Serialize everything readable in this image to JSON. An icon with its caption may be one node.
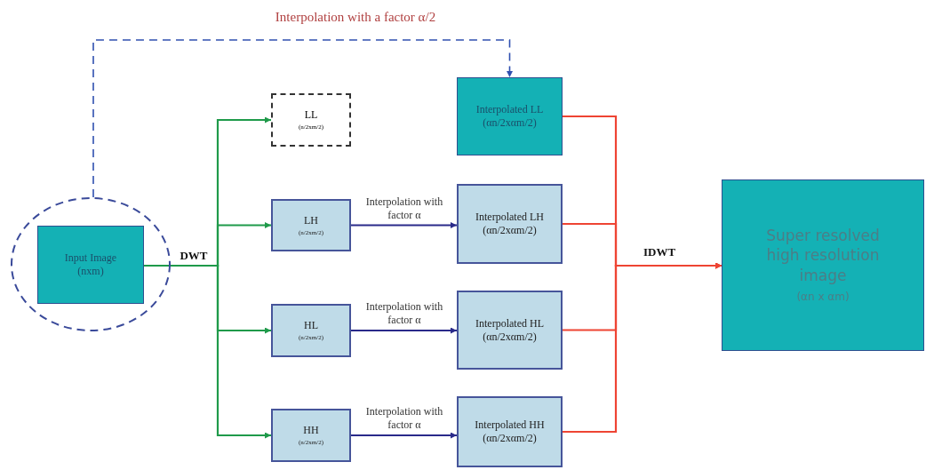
{
  "diagram": {
    "nodes": [
      {
        "text": [],
        "shape": "circle"
      },
      {
        "text": [
          "Input Image",
          "(nxm)"
        ],
        "in": 0
      },
      {
        "text": [
          "LL",
          "(n/2xm/2)"
        ]
      },
      {
        "text": [
          "LH",
          "(n/2xm/2)"
        ]
      },
      {
        "text": [
          "HL",
          "(n/2xm/2)"
        ]
      },
      {
        "text": [
          "HH",
          "(n/2xm/2)"
        ]
      },
      {
        "text": [
          "Interpolated LL",
          "(αn/2xαm/2)"
        ]
      },
      {
        "text": [
          "Interpolated LH",
          "(αn/2xαm/2)"
        ]
      },
      {
        "text": [
          "Interpolated HL",
          "(αn/2xαm/2)"
        ]
      },
      {
        "text": [
          "Interpolated HH",
          "(αn/2xαm/2)"
        ]
      },
      {
        "text": [
          "Super resolved high resolution image",
          "(αn x αm)"
        ]
      }
    ],
    "edges": [
      {
        "from": 0,
        "to": 6,
        "arrow": "to",
        "label": "Interpolation with a factor α/2",
        "style": "dashed",
        "color": "#3050b0"
      },
      {
        "from": 1,
        "to": 2,
        "arrow": "to",
        "label": "DWT",
        "color": "#1f9a4a"
      },
      {
        "from": 1,
        "to": 3,
        "arrow": "to",
        "color": "#1f9a4a"
      },
      {
        "from": 1,
        "to": 4,
        "arrow": "to",
        "color": "#1f9a4a"
      },
      {
        "from": 1,
        "to": 5,
        "arrow": "to",
        "color": "#1f9a4a"
      },
      {
        "from": 3,
        "to": 7,
        "arrow": "to",
        "label": "Interpolation with factor α",
        "color": "#2a2a8a"
      },
      {
        "from": 4,
        "to": 8,
        "arrow": "to",
        "label": "Interpolation with factor α",
        "color": "#2a2a8a"
      },
      {
        "from": 5,
        "to": 9,
        "arrow": "to",
        "label": "Interpolation with factor α",
        "color": "#2a2a8a"
      },
      {
        "from": 6,
        "to": 10,
        "arrow": "to",
        "label": "IDWT",
        "color": "#ee4433"
      },
      {
        "from": 7,
        "to": 10,
        "arrow": "to",
        "color": "#ee4433"
      },
      {
        "from": 8,
        "to": 10,
        "arrow": "to",
        "color": "#ee4433"
      },
      {
        "from": 9,
        "to": 10,
        "arrow": "to",
        "color": "#ee4433"
      }
    ]
  }
}
